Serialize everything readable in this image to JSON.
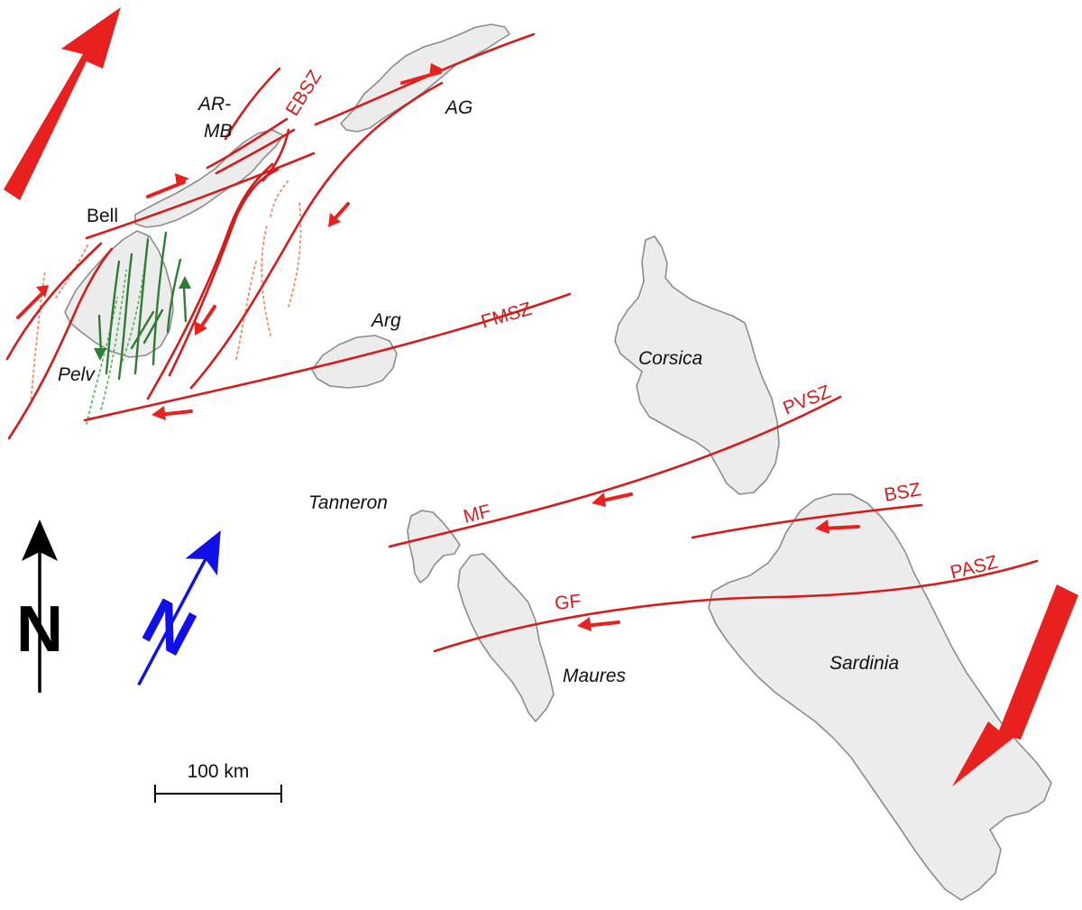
{
  "map": {
    "fault_labels": {
      "ebsz": "EBSZ",
      "fmsz": "FMSZ",
      "pvsz": "PVSZ",
      "mf": "MF",
      "bsz": "BSZ",
      "pasz": "PASZ",
      "gf": "GF"
    },
    "place_labels": {
      "ar": "AR-",
      "mb": "MB",
      "ag": "AG",
      "bell": "Bell",
      "arg": "Arg",
      "pelv": "Pelv",
      "corsica": "Corsica",
      "tanneron": "Tanneron",
      "maures": "Maures",
      "sardinia": "Sardinia"
    },
    "north_arrow": {
      "letter": "N",
      "color": "#000000",
      "icon": "north-arrow-icon"
    },
    "magnetic_north": {
      "letter": "N",
      "color": "#1010e8",
      "icon": "rotated-north-arrow-icon"
    },
    "scale_bar": {
      "label": "100 km"
    },
    "colors": {
      "fault": "#d41c1c",
      "shear_sense": "#e8201e",
      "green_structures": "#2e7d32",
      "land": "#ececec"
    }
  }
}
